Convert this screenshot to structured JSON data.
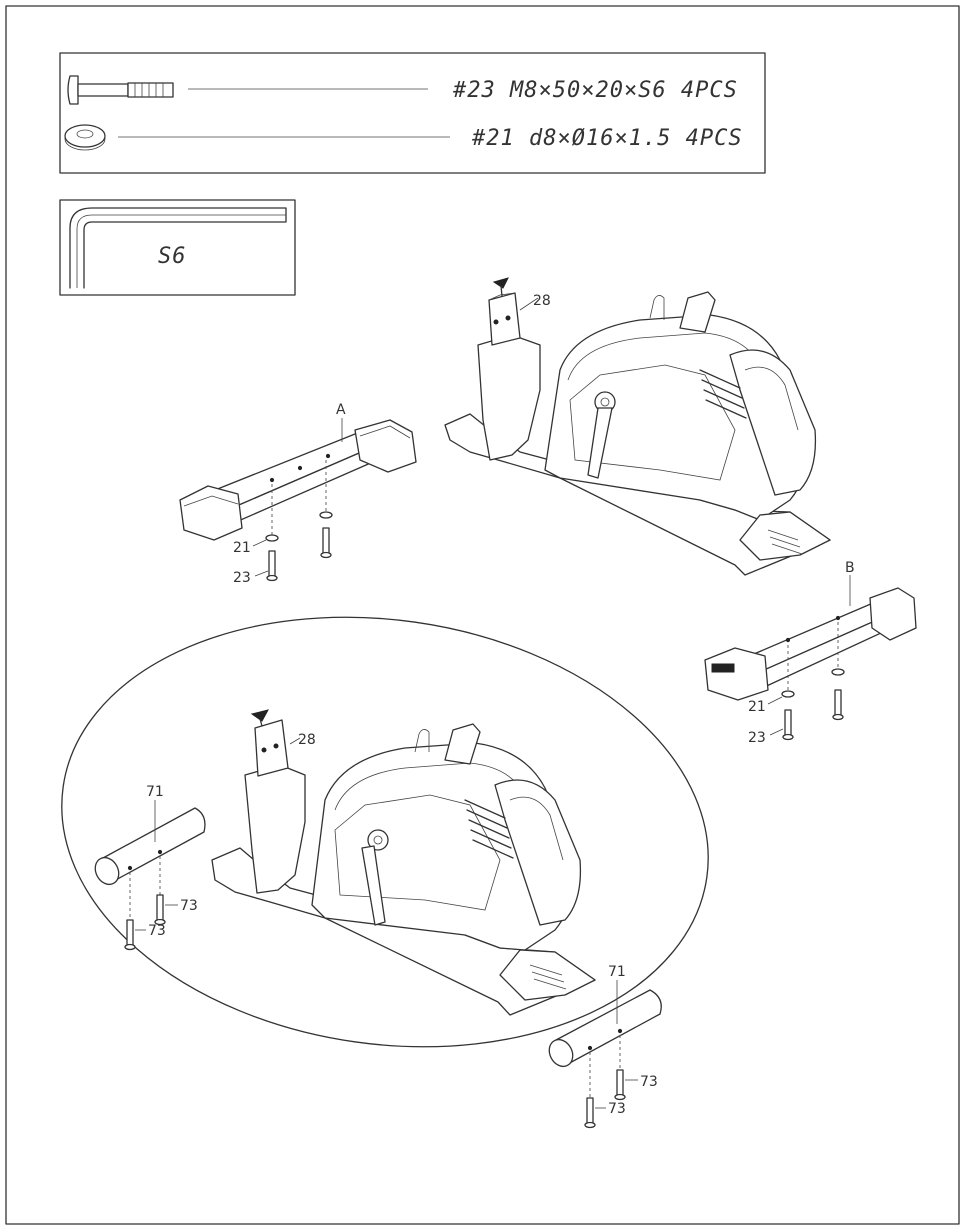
{
  "hardware": [
    {
      "text": "#23  M8×50×20×S6   4PCS",
      "icon": "bolt-icon"
    },
    {
      "text": "#21 d8×Ø16×1.5  4PCS",
      "icon": "washer-icon"
    }
  ],
  "tool": {
    "text": "S6",
    "icon": "allen-key-icon"
  },
  "labels": {
    "part_28_top": "28",
    "part_28_bottom": "28",
    "stabilizer_a": "A",
    "stabilizer_b": "B",
    "washer_21_left": "21",
    "bolt_23_left": "23",
    "washer_21_right": "21",
    "bolt_23_right": "23",
    "tube_71_left": "71",
    "tube_71_right": "71",
    "pin_73_left_a": "73",
    "pin_73_left_b": "73",
    "pin_73_right_a": "73",
    "pin_73_right_b": "73"
  },
  "colors": {
    "line": "#333333",
    "background": "#ffffff"
  }
}
